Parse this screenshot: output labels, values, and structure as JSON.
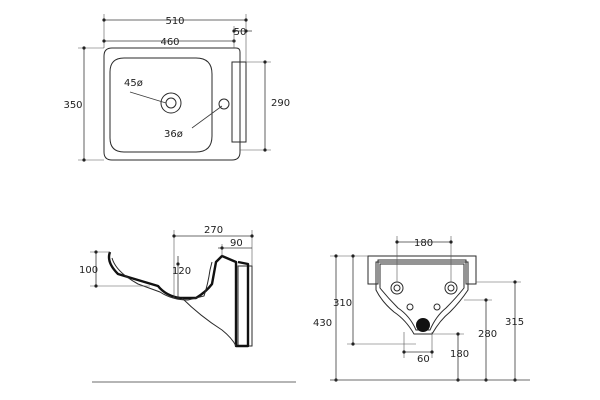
{
  "top_view": {
    "width_overall": "510",
    "width_bowl": "460",
    "width_side": "50",
    "depth": "350",
    "depth_inner": "290",
    "drain_diameter": "45ø",
    "tap_hole_diameter": "36ø"
  },
  "side_view": {
    "projection": "270",
    "wall_depth": "90",
    "rim_height": "100",
    "bowl_depth": "120"
  },
  "front_view": {
    "fixing_spacing": "180",
    "fixing_height": "310",
    "overall_height": "430",
    "waste_height": "280",
    "bracket_height": "315",
    "waste_height_low": "180",
    "waste_offset": "60"
  }
}
